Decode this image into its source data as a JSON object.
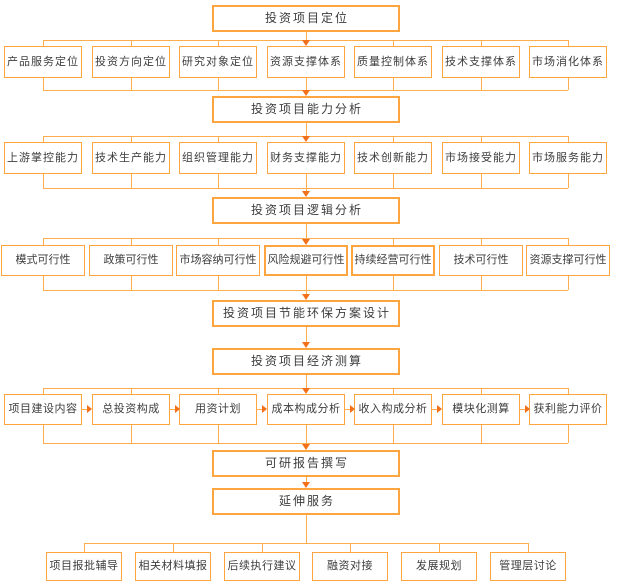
{
  "colors": {
    "box_border": "#FFA53F",
    "connector_line": "#FFAD4E",
    "arrow": "#F3701B",
    "text": "#3D3D3D",
    "background": "#FFFFFF"
  },
  "main_flow": [
    "投资项目定位",
    "投资项目能力分析",
    "投资项目逻辑分析",
    "投资项目节能环保方案设计",
    "投资项目经济测算",
    "可研报告撰写",
    "延伸服务"
  ],
  "positioning_row": [
    "产品服务定位",
    "投资方向定位",
    "研究对象定位",
    "资源支撑体系",
    "质量控制体系",
    "技术支撑体系",
    "市场消化体系"
  ],
  "capability_row": [
    "上游掌控能力",
    "技术生产能力",
    "组织管理能力",
    "财务支撑能力",
    "技术创新能力",
    "市场接受能力",
    "市场服务能力"
  ],
  "feasibility_row": [
    "模式可行性",
    "政策可行性",
    "市场容纳可行性",
    "风险规避可行性",
    "持续经营可行性",
    "技术可行性",
    "资源支撑可行性"
  ],
  "economics_row": [
    "项目建设内容",
    "总投资构成",
    "用资计划",
    "成本构成分析",
    "收入构成分析",
    "模块化测算",
    "获利能力评价"
  ],
  "extension_row": [
    "项目报批辅导",
    "相关材料填报",
    "后续执行建议",
    "融资对接",
    "发展规划",
    "管理层讨论"
  ]
}
